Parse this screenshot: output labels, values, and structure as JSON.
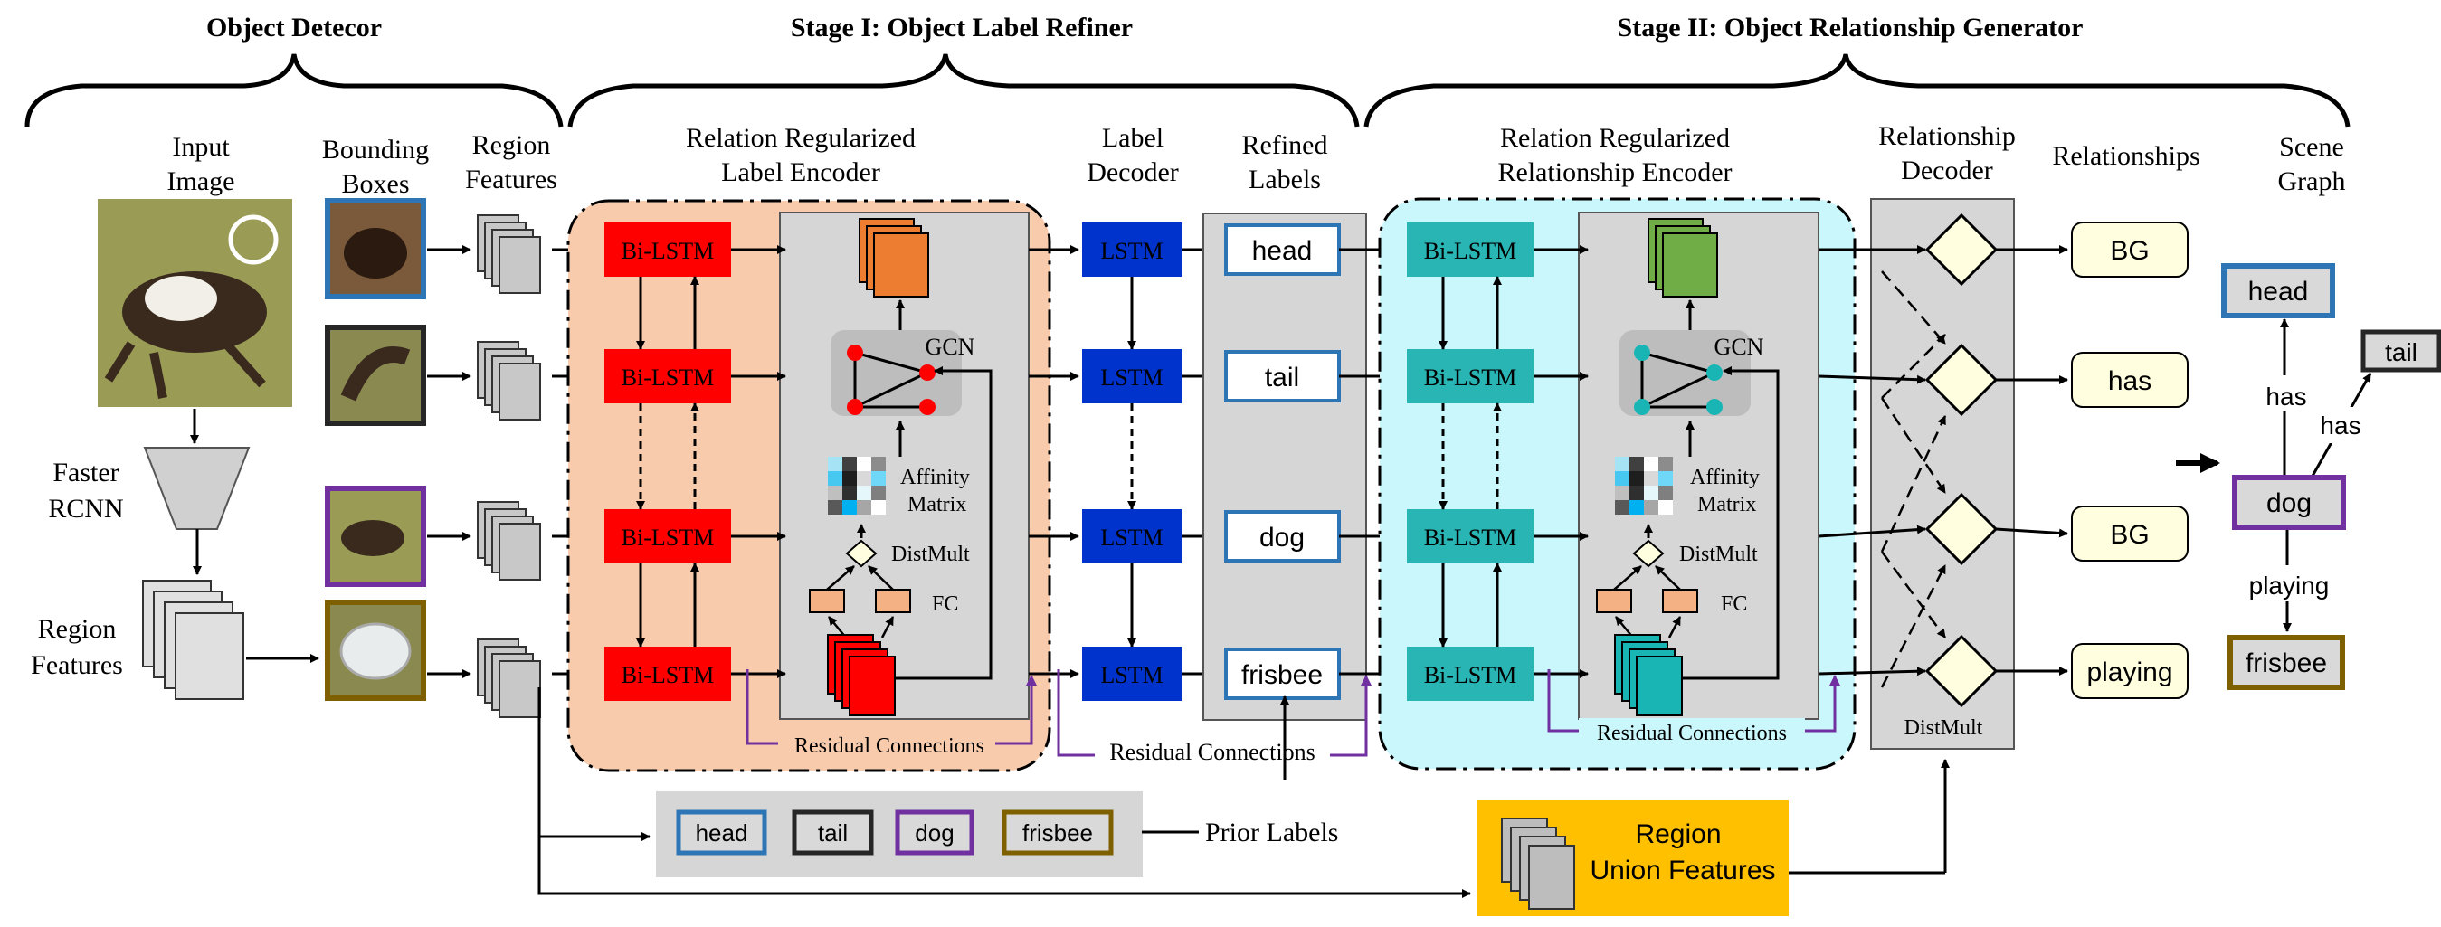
{
  "headers": {
    "detector": "Object Detecor",
    "stage1": "Stage I: Object Label Refiner",
    "stage2": "Stage II: Object Relationship Generator"
  },
  "columns": {
    "input_image": [
      "Input",
      "Image"
    ],
    "bounding_boxes": [
      "Bounding",
      "Boxes"
    ],
    "region_features": [
      "Region",
      "Features"
    ],
    "label_encoder": [
      "Relation Regularized",
      "Label Encoder"
    ],
    "label_decoder": [
      "Label",
      "Decoder"
    ],
    "refined_labels": [
      "Refined",
      "Labels"
    ],
    "rel_encoder": [
      "Relation Regularized",
      "Relationship Encoder"
    ],
    "rel_decoder": [
      "Relationship",
      "Decoder"
    ],
    "relationships": "Relationships",
    "scene_graph": [
      "Scene",
      "Graph"
    ]
  },
  "faster_rcnn": [
    "Faster",
    "RCNN"
  ],
  "region_features_left": [
    "Region",
    "Features"
  ],
  "bilstm": "Bi-LSTM",
  "lstm": "LSTM",
  "gcn": "GCN",
  "affinity": [
    "Affinity",
    "Matrix"
  ],
  "distmult": "DistMult",
  "fc": "FC",
  "residual": "Residual Connections",
  "refined": [
    "head",
    "tail",
    "dog",
    "frisbee"
  ],
  "relations": [
    "BG",
    "has",
    "BG",
    "playing"
  ],
  "decoder_distmult": "DistMult",
  "prior_labels_title": "Prior Labels",
  "prior_labels": [
    "head",
    "tail",
    "dog",
    "frisbee"
  ],
  "union": [
    "Region",
    "Union Features"
  ],
  "scene": {
    "nodes": [
      "head",
      "tail",
      "dog",
      "frisbee"
    ],
    "edges": [
      "has",
      "has",
      "playing"
    ]
  },
  "colors": {
    "head": "#2e75b6",
    "tail": "#262626",
    "dog": "#7030a0",
    "frisbee": "#7f6000",
    "bilstm_red": "#ff0000",
    "lstm_blue": "#0033cc",
    "teal": "#2ab5b5",
    "stage1_bg": "#f8cbad",
    "stage2_bg": "#c9f7fb",
    "union_bg": "#ffcc00",
    "rel_box": "#ffffe0",
    "purple_line": "#7030a0"
  }
}
